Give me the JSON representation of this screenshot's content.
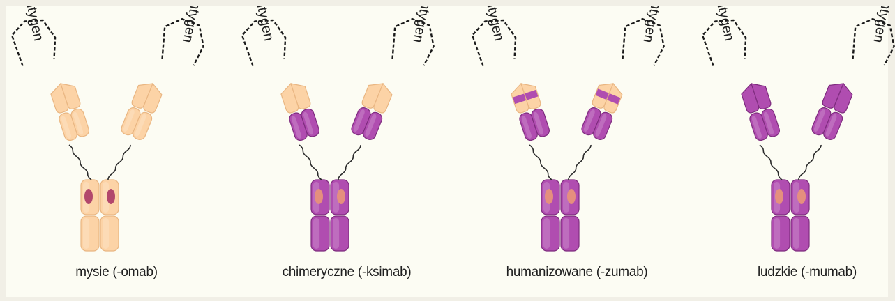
{
  "panels": [
    {
      "id": "mouse",
      "caption": "mysie (-omab)",
      "label_left": "antygen",
      "label_right": "antygen",
      "arms": "mouse",
      "stem": "mouse"
    },
    {
      "id": "chimeric",
      "caption": "chimeryczne (-ksimab)",
      "label_left": "antygen",
      "label_right": "antygen",
      "arms": "chimeric",
      "stem": "human"
    },
    {
      "id": "humanized",
      "caption": "humanizowane (-zumab)",
      "label_left": "antygen",
      "label_right": "antygen",
      "arms": "humanized",
      "stem": "human"
    },
    {
      "id": "human",
      "caption": "ludzkie (-mumab)",
      "label_left": "antygen",
      "label_right": "antygen",
      "arms": "human",
      "stem": "human"
    }
  ],
  "colors": {
    "mouse_fill": "#fcd3a6",
    "mouse_stroke": "#e9b682",
    "human_fill": "#b04db0",
    "human_stroke": "#7e2c7e",
    "mouse_spot": "#b2476c",
    "human_spot": "#e58f7e"
  }
}
